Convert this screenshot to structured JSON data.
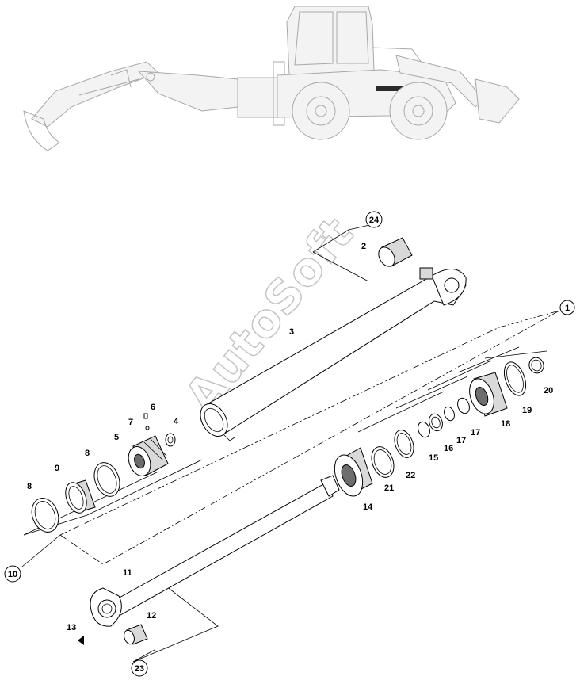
{
  "watermark": "AutoSoft",
  "illustration": "backhoe-loader",
  "callouts": {
    "c1": "1",
    "c2": "2",
    "c3": "3",
    "c4": "4",
    "c5": "5",
    "c6": "6",
    "c7": "7",
    "c8a": "8",
    "c8b": "8",
    "c9": "9",
    "c10": "10",
    "c11": "11",
    "c12": "12",
    "c13": "13",
    "c14": "14",
    "c15": "15",
    "c16": "16",
    "c17a": "17",
    "c17b": "17",
    "c18": "18",
    "c19": "19",
    "c20": "20",
    "c21": "21",
    "c22": "22",
    "c23": "23",
    "c24": "24"
  }
}
